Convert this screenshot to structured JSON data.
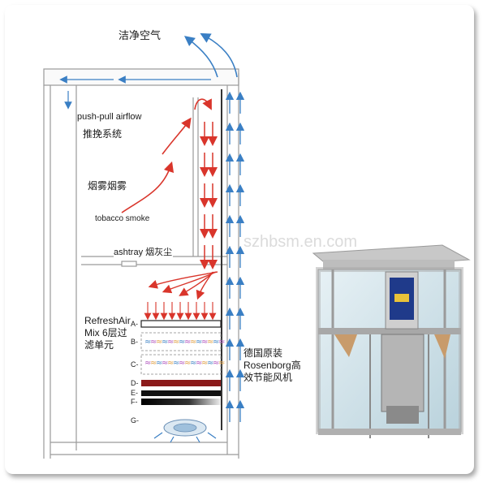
{
  "labels": {
    "clean_air": "洁净空气",
    "push_pull_en": "push-pull airflow",
    "push_pull_cn": "推挽系统",
    "smoke_cn": "烟雾烟雾",
    "smoke_en": "tobacco smoke",
    "ashtray": "ashtray 烟灰尘",
    "filter_unit": "RefreshAir Mix 6层过滤单元",
    "fan": "德国原装Rosenborg高效节能风机",
    "watermark": "szhbsm.en.com"
  },
  "filter_layers": [
    "A-",
    "B-",
    "C-",
    "D-",
    "E-",
    "F-",
    "G-"
  ],
  "colors": {
    "red_arrow": "#d9352b",
    "blue_arrow": "#3a7fc4",
    "frame": "#8c8c8c",
    "glass": "#cfe3ea"
  }
}
